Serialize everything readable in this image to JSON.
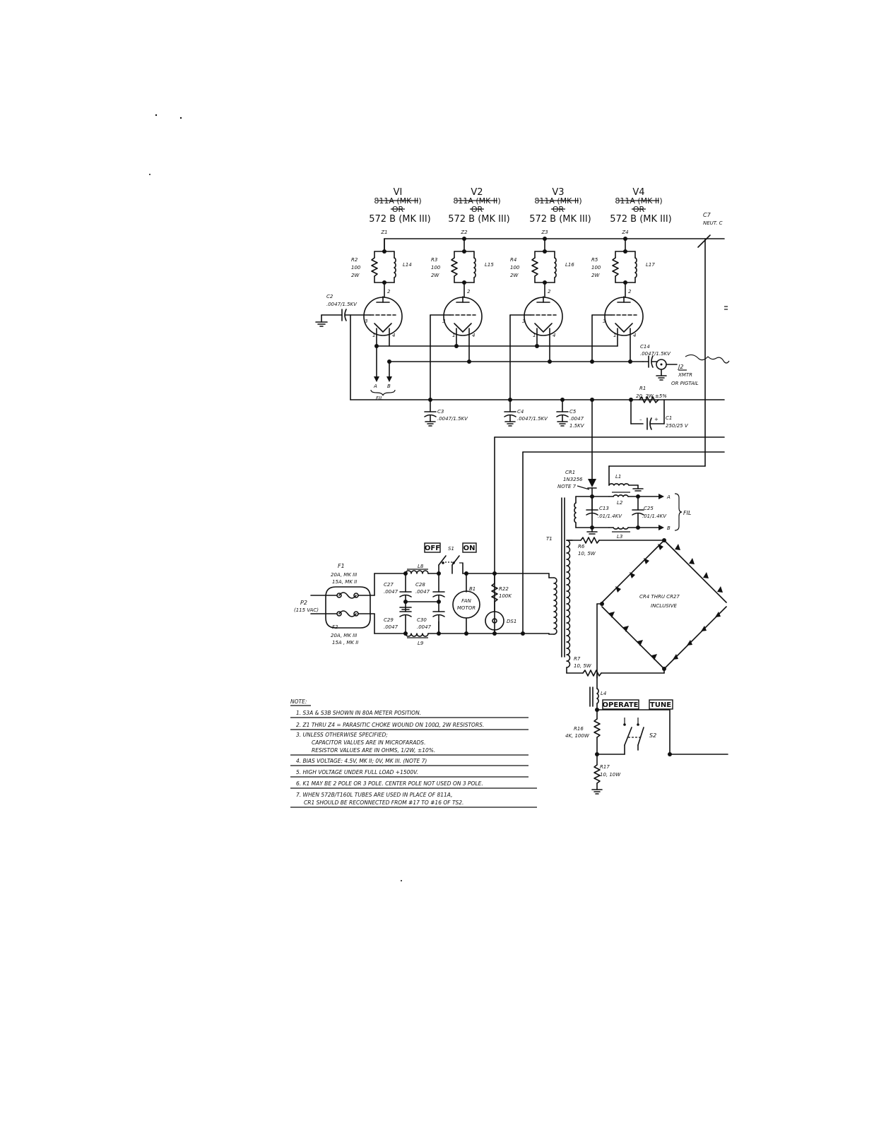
{
  "tubes": [
    {
      "ref": "VI",
      "old": "811A (MK II)",
      "or": "OR",
      "new": "572 B (MK III)",
      "choke": "Z1",
      "res_ref": "R2",
      "res_val": "100",
      "res_w": "2W",
      "ind": "L14"
    },
    {
      "ref": "V2",
      "old": "811A (MK II)",
      "or": "OR",
      "new": "572 B (MK III)",
      "choke": "Z2",
      "res_ref": "R3",
      "res_val": "100",
      "res_w": "2W",
      "ind": "L15"
    },
    {
      "ref": "V3",
      "old": "811A (MK II)",
      "or": "OR",
      "new": "572 B (MK III)",
      "choke": "Z3",
      "res_ref": "R4",
      "res_val": "100",
      "res_w": "2W",
      "ind": "L16"
    },
    {
      "ref": "V4",
      "old": "811A (MK II)",
      "or": "OR",
      "new": "572 B (MK III)",
      "choke": "Z4",
      "res_ref": "R5",
      "res_val": "100",
      "res_w": "2W",
      "ind": "L17"
    }
  ],
  "pins": {
    "p1": "1",
    "p2": "2",
    "p3": "3",
    "p4": "4"
  },
  "labels": {
    "c7": "C7",
    "c7_sub": "NEUT. C",
    "c2": "C2",
    "c2_val": ".0047/1.5KV",
    "fil_a": "A",
    "fil_b": "B",
    "fil": "FIL",
    "c3": "C3",
    "c3_val": ".0047/1.5KV",
    "c4": "C4",
    "c4_val": ".0047/1.5KV",
    "c5": "C5",
    "c5_val1": ".0047",
    "c5_val2": "1.5KV",
    "c14": "C14",
    "c14_val": ".0047/1.5KV",
    "j2": "J2",
    "xmtr": "XMTR",
    "pigtail": "OR PIGTAIL",
    "r1": "R1",
    "r1_val": "20, 2W ±5%",
    "c1": "C1",
    "c1_val": "250/25 V",
    "c1_plus": "+",
    "cr1": "CR1",
    "cr1_val": "1N3256",
    "note7": "NOTE 7",
    "l1": "L1",
    "l2": "L2",
    "l3": "L3",
    "c13": "C13",
    "c13_val": ".01/1.4KV",
    "c25": "C25",
    "c25_val": ".01/1.4KV",
    "fil2": "FIL",
    "out_a": "A",
    "out_b": "B",
    "t1": "T1",
    "r6": "R6",
    "r6_val": "10, 5W",
    "cr4": "CR4 THRU CR27",
    "cr4_sub": "INCLUSIVE",
    "r7": "R7",
    "r7_val": "10, 5W",
    "l4": "L4",
    "operate": "OPERATE",
    "tune": "TUNE",
    "s2": "S2",
    "r16": "R16",
    "r16_val": "4K, 100W",
    "r17": "R17",
    "r17_val": "10, 10W",
    "off": "OFF",
    "on": "ON",
    "s1": "S1",
    "l8": "L8",
    "l9": "L9",
    "c27": "C27",
    "c27_val": ".0047",
    "c28": "C28",
    "c28_val": ".0047",
    "c29": "C29",
    "c29_val": ".0047",
    "c30": "C30",
    "c30_val": ".0047",
    "b1": "B1",
    "fan": "FAN",
    "motor": "MOTOR",
    "r22": "R22",
    "r22_val": "100K",
    "ds1": "DS1",
    "f1": "F1",
    "f1_v1": "20A, MK III",
    "f1_v2": "15A, MK II",
    "p2": "P2",
    "p2_val": "(115 VAC)",
    "f2": "F2",
    "f2_v1": "20A, MK III",
    "f2_v2": "15A , MK II"
  },
  "notes": {
    "title": "NOTE:",
    "items": [
      "1. S3A & S3B SHOWN IN 80A METER POSITION.",
      "2. Z1 THRU Z4 = PARASITIC CHOKE WOUND ON 100Ω, 2W RESISTORS.",
      "3. UNLESS OTHERWISE SPECIFIED;",
      "CAPACITOR VALUES ARE IN MICROFARADS.",
      "RESISTOR VALUES ARE IN OHMS, 1/2W, ±10%.",
      "4. BIAS VOLTAGE: 4.5V, MK II; 0V, MK III. (NOTE 7)",
      "5. HIGH VOLTAGE UNDER FULL LOAD +1500V.",
      "6. K1 MAY BE 2 POLE OR 3 POLE. CENTER POLE NOT USED ON 3 POLE.",
      "7. WHEN 572B/T160L TUBES ARE USED IN PLACE OF 811A,",
      "CR1 SHOULD BE RECONNECTED FROM #17 TO #16 OF TS2."
    ]
  }
}
